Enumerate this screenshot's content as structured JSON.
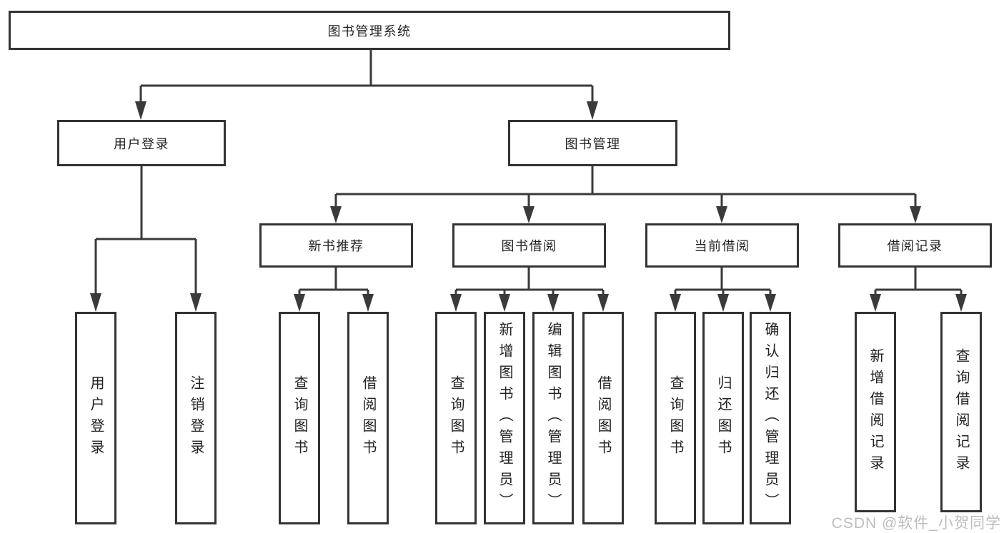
{
  "diagram_type": "hierarchy-tree",
  "tree": {
    "label": "图书管理系统",
    "children": [
      {
        "label": "用户登录",
        "children": [
          {
            "label": "用户登录"
          },
          {
            "label": "注销登录"
          }
        ]
      },
      {
        "label": "图书管理",
        "children": [
          {
            "label": "新书推荐",
            "children": [
              {
                "label": "查询图书"
              },
              {
                "label": "借阅图书"
              }
            ]
          },
          {
            "label": "图书借阅",
            "children": [
              {
                "label": "查询图书"
              },
              {
                "label": "新增图书（管理员）"
              },
              {
                "label": "编辑图书（管理员）"
              },
              {
                "label": "借阅图书"
              }
            ]
          },
          {
            "label": "当前借阅",
            "children": [
              {
                "label": "查询图书"
              },
              {
                "label": "归还图书"
              },
              {
                "label": "确认归还（管理员）"
              }
            ]
          },
          {
            "label": "借阅记录",
            "children": [
              {
                "label": "新增借阅记录"
              },
              {
                "label": "查询借阅记录"
              }
            ]
          }
        ]
      }
    ]
  },
  "watermark": {
    "text": "CSDN @软件_小贺同学",
    "color": "#9a9a9f"
  },
  "colors": {
    "background": "#ffffff",
    "line": "#3a3a3a",
    "box_border": "#333333",
    "box_fill": "#ffffff",
    "text": "#222222"
  }
}
